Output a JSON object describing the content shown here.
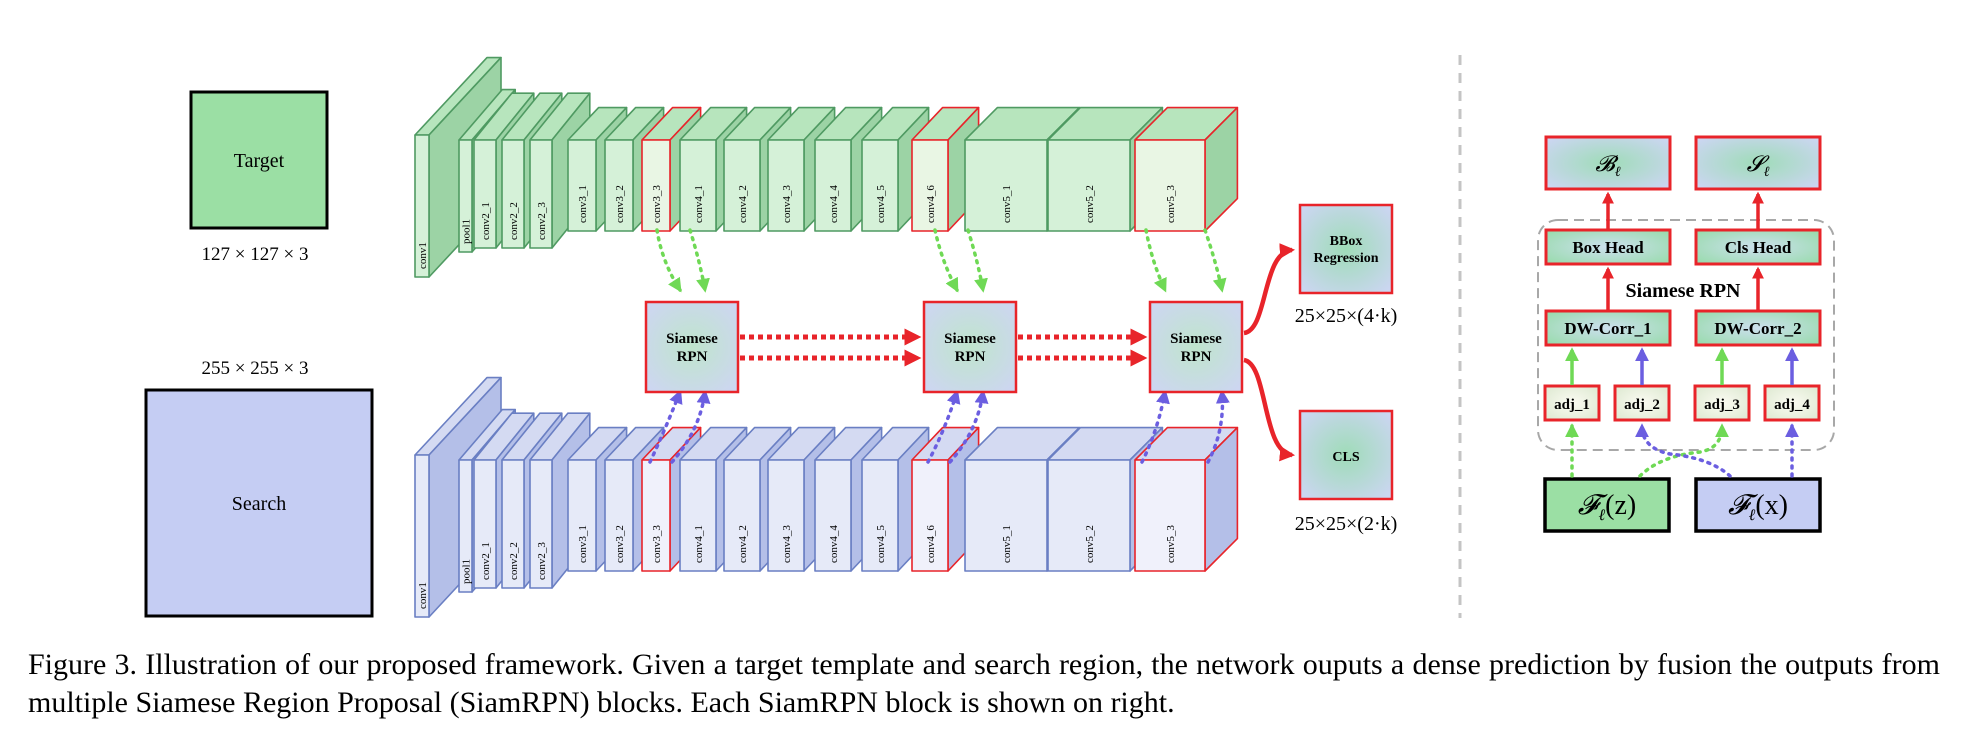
{
  "inputs": {
    "target": {
      "label": "Target",
      "dims": "127 × 127 × 3"
    },
    "search": {
      "label": "Search",
      "dims": "255 × 255 × 3"
    }
  },
  "backbone_layers": [
    "conv1",
    "pool1",
    "conv2_1",
    "conv2_2",
    "conv2_3",
    "conv3_1",
    "conv3_2",
    "conv3_3",
    "conv4_1",
    "conv4_2",
    "conv4_3",
    "conv4_4",
    "conv4_5",
    "conv4_6",
    "conv5_1",
    "conv5_2",
    "conv5_3"
  ],
  "tapped_layers": [
    "conv3_3",
    "conv4_6",
    "conv5_3"
  ],
  "rpn_blocks": [
    {
      "line1": "Siamese",
      "line2": "RPN"
    },
    {
      "line1": "Siamese",
      "line2": "RPN"
    },
    {
      "line1": "Siamese",
      "line2": "RPN"
    }
  ],
  "outputs": {
    "bbox": {
      "line1": "BBox",
      "line2": "Regression",
      "dims": "25×25×(4·k)"
    },
    "cls": {
      "label": "CLS",
      "dims": "25×25×(2·k)"
    }
  },
  "rpn_detail": {
    "title": "Siamese RPN",
    "b_out": "𝓑",
    "b_sub": "ℓ",
    "s_out": "𝓢",
    "s_sub": "ℓ",
    "box_head": "Box Head",
    "cls_head": "Cls Head",
    "dw_corr_1": "DW-Corr_1",
    "dw_corr_2": "DW-Corr_2",
    "adj": [
      "adj_1",
      "adj_2",
      "adj_3",
      "adj_4"
    ],
    "feat_z_f": "𝓕",
    "feat_z_sub": "ℓ",
    "feat_z_arg": "(z)",
    "feat_x_f": "𝓕",
    "feat_x_sub": "ℓ",
    "feat_x_arg": "(x)"
  },
  "colors": {
    "target_fill": "#9bdfa4",
    "search_fill": "#c5cdf3",
    "highlight": "#e8242a",
    "green_arrow": "#6fd955",
    "purple_arrow": "#6b5ee0"
  },
  "caption": "Figure 3. Illustration of our proposed framework.  Given a target template and search region, the network ouputs a dense prediction by fusion the outputs from multiple Siamese Region Proposal (SiamRPN) blocks. Each SiamRPN block is shown on right."
}
